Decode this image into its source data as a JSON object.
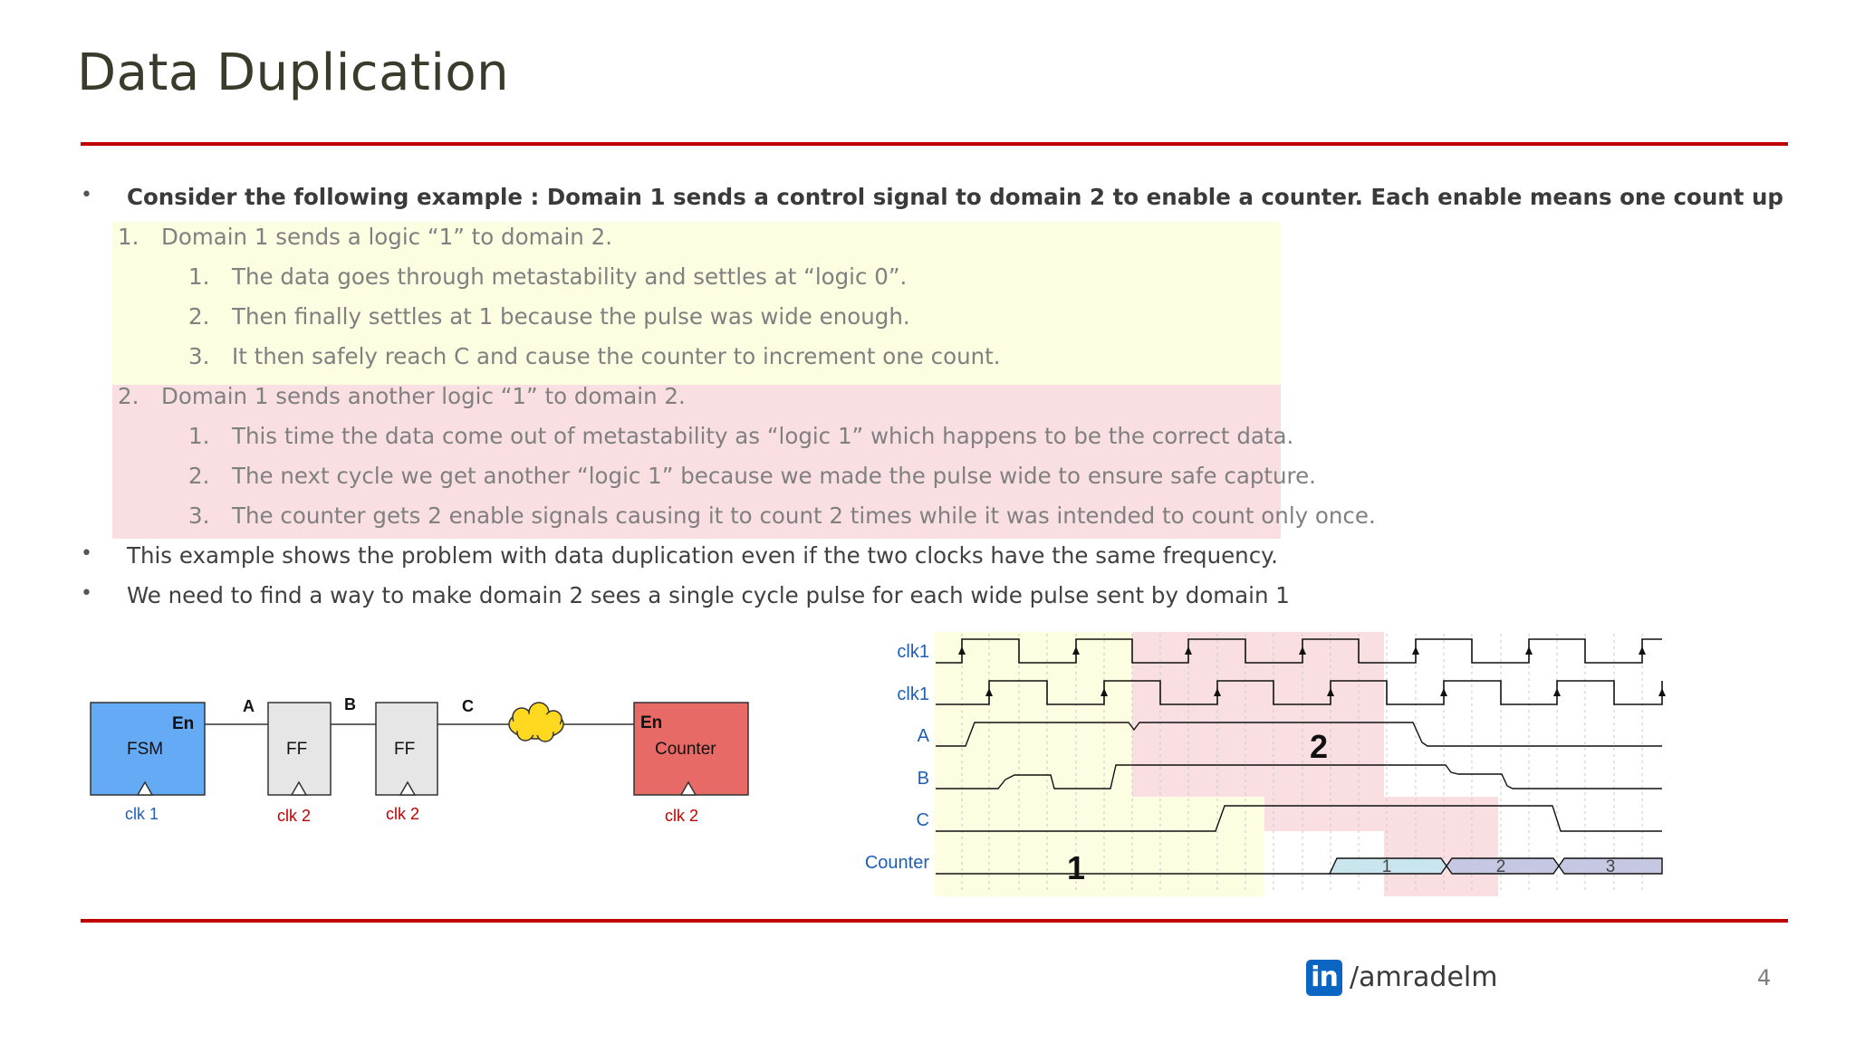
{
  "title": "Data Duplication",
  "intro": "Consider the following example : Domain 1 sends a control signal to domain 2 to enable a counter. Each enable means one count up",
  "items": [
    {
      "num": "1.",
      "text": "Domain 1 sends a logic “1” to domain 2.",
      "sub": [
        {
          "num": "1.",
          "text": "The data goes through metastability and settles at “logic 0”."
        },
        {
          "num": "2.",
          "text": "Then finally settles at 1 because the pulse was wide enough."
        },
        {
          "num": "3.",
          "text": "It then safely reach C and cause the counter to increment one count."
        }
      ]
    },
    {
      "num": "2.",
      "text": "Domain 1 sends another logic “1” to domain 2.",
      "sub": [
        {
          "num": "1.",
          "text": "This time the data come out of metastability as “logic 1” which happens to be the correct data."
        },
        {
          "num": "2.",
          "text": "The next cycle we get another “logic 1” because we made the pulse wide to ensure safe capture."
        },
        {
          "num": "3.",
          "text": "The counter gets 2 enable signals causing it to count 2 times while it was intended to count only once."
        }
      ]
    }
  ],
  "bullets": [
    "This example shows the problem with data duplication even if the two clocks have the same frequency.",
    "We need to find a way to make domain 2 sees a single cycle pulse for each wide pulse sent by domain 1"
  ],
  "circuit": {
    "fsm_label": "FSM",
    "fsm_en": "En",
    "fsm_clk": "clk 1",
    "ff1_label": "FF",
    "ff1_clk": "clk 2",
    "ff2_label": "FF",
    "ff2_clk": "clk 2",
    "counter_label": "Counter",
    "counter_en": "En",
    "counter_clk": "clk 2",
    "wire_a": "A",
    "wire_b": "B",
    "wire_c": "C",
    "fsm_color": "#64aaf5",
    "ff_color": "#e6e6e6",
    "counter_color": "#e86a66"
  },
  "timing": {
    "signals": [
      "clk1",
      "clk1",
      "A",
      "B",
      "C",
      "Counter"
    ],
    "region_1_label": "1",
    "region_2_label": "2",
    "counter_values": [
      "1",
      "2",
      "3"
    ]
  },
  "footer": {
    "logo_text": "in",
    "handle": "/amradelm",
    "page": "4"
  }
}
